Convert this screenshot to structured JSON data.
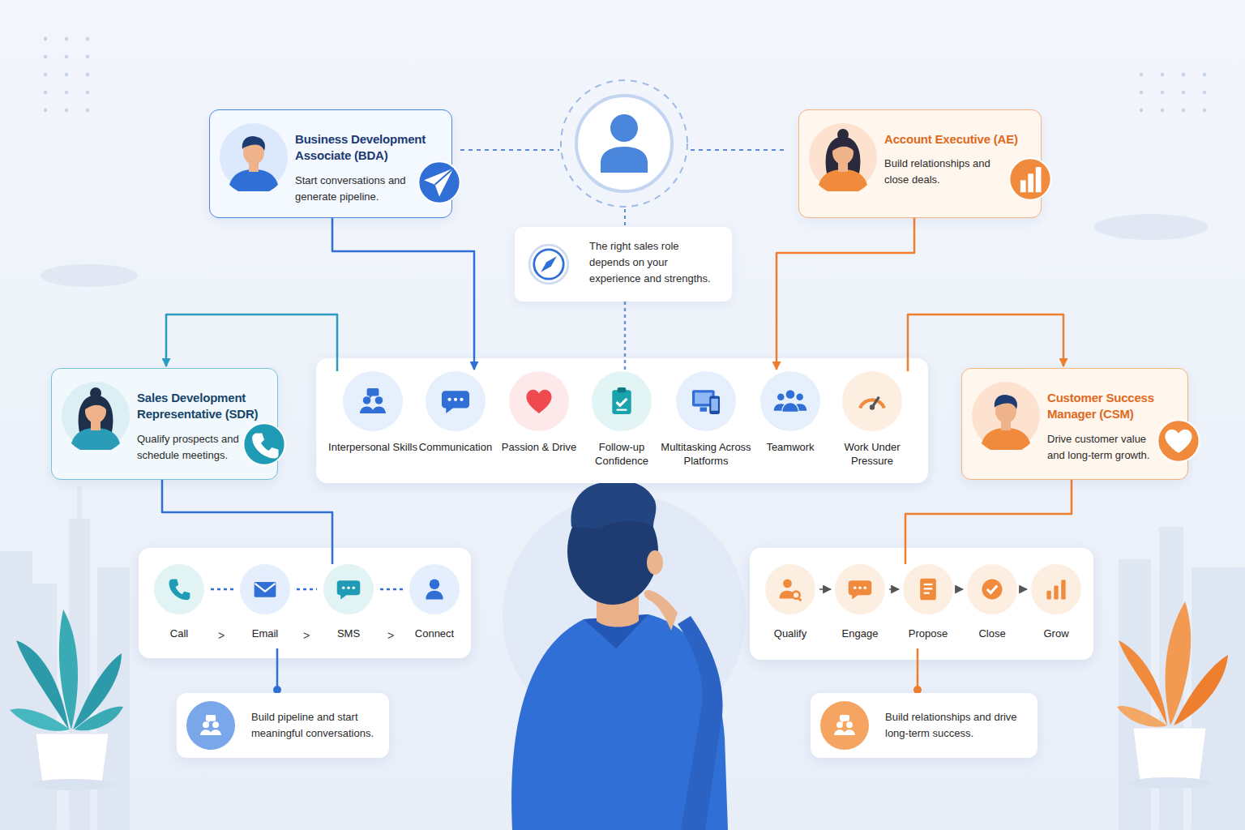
{
  "diagram": {
    "nodes": [
      {
        "text": [
          "Business Development Associate (BDA)",
          "Start conversations and generate pipeline."
        ]
      },
      {
        "text": [
          "The right sales role depends on your experience and strengths."
        ]
      },
      {
        "text": [
          "Account Executive (AE)",
          "Build relationships and close deals."
        ]
      },
      {
        "text": [
          "Sales Development Representative (SDR)",
          "Qualify prospects and schedule meetings."
        ]
      },
      {
        "text": [
          "Customer Success Manager (CSM)",
          "Drive customer value and long-term growth."
        ]
      },
      {
        "text": [
          "Interpersonal Skills"
        ]
      },
      {
        "text": [
          "Communication"
        ]
      },
      {
        "text": [
          "Passion & Drive"
        ]
      },
      {
        "text": [
          "Follow-up Confidence"
        ]
      },
      {
        "text": [
          "Multitasking Across Platforms"
        ]
      },
      {
        "text": [
          "Teamwork"
        ]
      },
      {
        "text": [
          "Work Under Pressure"
        ]
      },
      {
        "text": [
          "Call"
        ]
      },
      {
        "text": [
          "Email"
        ]
      },
      {
        "text": [
          "SMS"
        ]
      },
      {
        "text": [
          "Connect"
        ]
      },
      {
        "text": [
          "Qualify"
        ]
      },
      {
        "text": [
          "Engage"
        ]
      },
      {
        "text": [
          "Propose"
        ]
      },
      {
        "text": [
          "Close"
        ]
      },
      {
        "text": [
          "Grow"
        ]
      },
      {
        "text": [
          "Build pipeline and start meaningful conversations."
        ]
      },
      {
        "text": [
          "Build relationships and drive long-term success."
        ]
      }
    ],
    "edges": [
      {
        "from": 0,
        "to": 6,
        "arrow": "to"
      },
      {
        "from": 2,
        "to": 10,
        "arrow": "to"
      },
      {
        "from": 1,
        "to": 8,
        "arrow": "none"
      },
      {
        "from": 5,
        "to": 3,
        "arrow": "to"
      },
      {
        "from": 11,
        "to": 4,
        "arrow": "to"
      },
      {
        "from": 3,
        "to": 14,
        "arrow": "none"
      },
      {
        "from": 4,
        "to": 18,
        "arrow": "none"
      },
      {
        "from": 12,
        "to": 13,
        "arrow": "none"
      },
      {
        "from": 13,
        "to": 14,
        "arrow": "none"
      },
      {
        "from": 14,
        "to": 15,
        "arrow": "none"
      },
      {
        "from": 16,
        "to": 17,
        "arrow": "to"
      },
      {
        "from": 17,
        "to": 18,
        "arrow": "to"
      },
      {
        "from": 18,
        "to": 19,
        "arrow": "to"
      },
      {
        "from": 19,
        "to": 20,
        "arrow": "to"
      },
      {
        "from": 13,
        "to": 21,
        "arrow": "none"
      },
      {
        "from": 18,
        "to": 22,
        "arrow": "none"
      }
    ],
    "labels": [
      ">",
      ">",
      ">"
    ]
  }
}
